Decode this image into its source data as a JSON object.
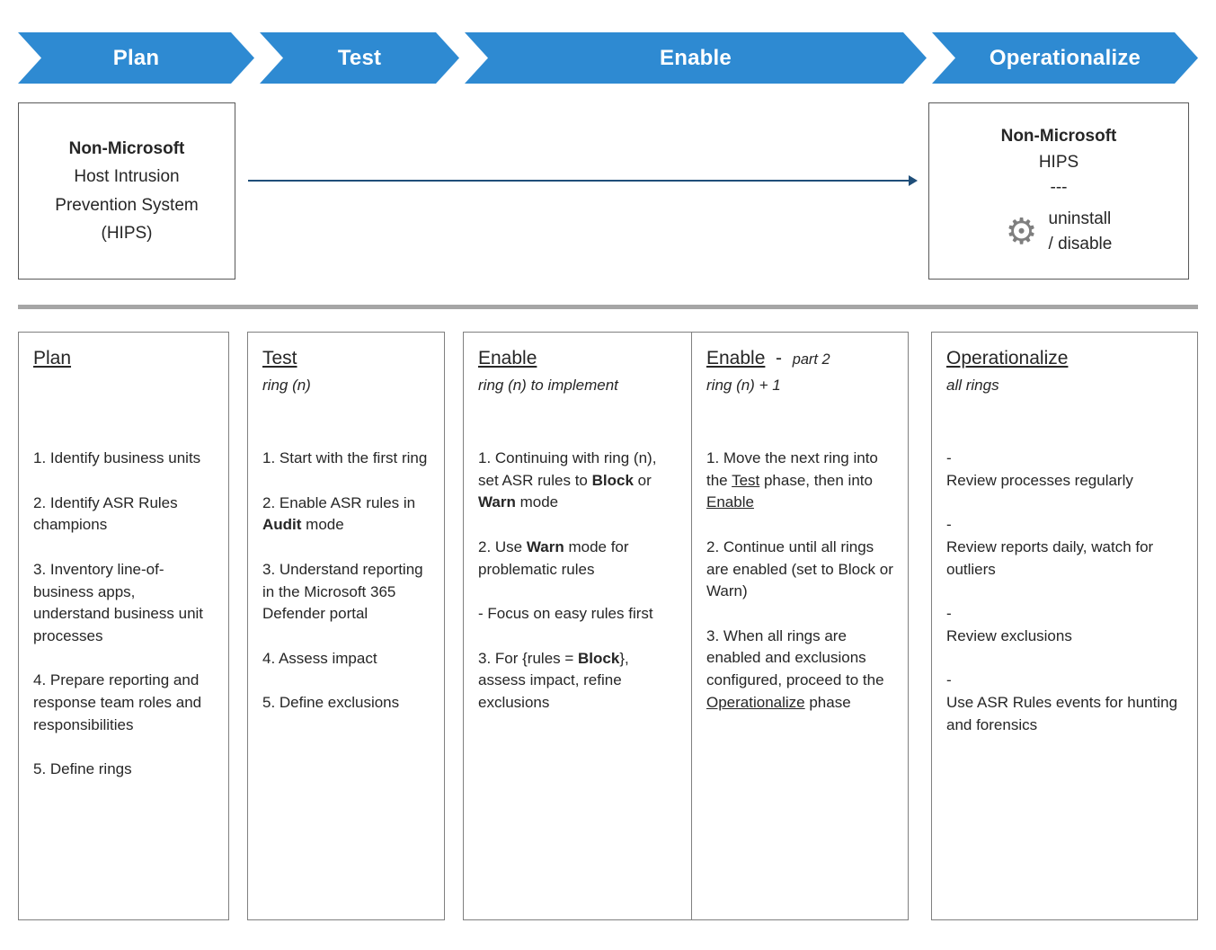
{
  "colors": {
    "chevron_blue": "#2e8ad2",
    "chevron_text": "#ffffff",
    "arrow_navy": "#1f4e79",
    "divider_gray": "#a6a6a6",
    "box_border_dark": "#595959",
    "card_border": "#808080",
    "text_dark": "#262626",
    "gear_gray": "#7f7f7f"
  },
  "icons": {
    "gear_glyph": "⚙"
  },
  "chevrons": [
    {
      "label": "Plan"
    },
    {
      "label": "Test"
    },
    {
      "label": "Enable"
    },
    {
      "label": "Operationalize"
    }
  ],
  "hips": {
    "before": {
      "title": "Non-Microsoft",
      "body": "Host Intrusion\nPrevention System\n(HIPS)"
    },
    "after": {
      "title": "Non-Microsoft",
      "line2": "HIPS",
      "line3": "---",
      "action": "uninstall\n/ disable"
    }
  },
  "cards": [
    {
      "name": "plan",
      "title": [
        {
          "t": "Plan",
          "u": true
        }
      ],
      "subtitle": [],
      "items": [
        [
          {
            "t": "1. Identify business units"
          }
        ],
        [
          {
            "t": "2. Identify ASR Rules champions"
          }
        ],
        [
          {
            "t": "3. Inventory line-of-business apps, understand business unit processes"
          }
        ],
        [
          {
            "t": "4. Prepare reporting and response team roles and responsibilities"
          }
        ],
        [
          {
            "t": "5. Define rings"
          }
        ]
      ]
    },
    {
      "name": "test",
      "title": [
        {
          "t": "Test",
          "u": true
        }
      ],
      "subtitle": [
        {
          "t": "ring (n)",
          "i": true
        }
      ],
      "items": [
        [
          {
            "t": "1. Start with the first ring"
          }
        ],
        [
          {
            "t": "2. Enable ASR rules in "
          },
          {
            "t": "Audit",
            "b": true
          },
          {
            "t": " mode"
          }
        ],
        [
          {
            "t": "3. Understand reporting in the Microsoft 365 Defender portal"
          }
        ],
        [
          {
            "t": "4. Assess impact"
          }
        ],
        [
          {
            "t": "5. Define exclusions"
          }
        ]
      ]
    },
    {
      "name": "enable",
      "title": [
        {
          "t": "Enable",
          "u": true
        }
      ],
      "subtitle": [
        {
          "t": "ring (n) to implement",
          "i": true
        }
      ],
      "items": [
        [
          {
            "t": "1. Continuing with ring (n), set ASR rules to "
          },
          {
            "t": "Block",
            "b": true
          },
          {
            "t": " or "
          },
          {
            "t": "Warn",
            "b": true
          },
          {
            "t": " mode"
          }
        ],
        [
          {
            "t": "2. Use "
          },
          {
            "t": "Warn",
            "b": true
          },
          {
            "t": " mode for problematic rules"
          }
        ],
        [
          {
            "t": "- Focus on easy rules first"
          }
        ],
        [
          {
            "t": "3. For {rules = "
          },
          {
            "t": "Block",
            "b": true
          },
          {
            "t": "}, assess impact, refine exclusions"
          }
        ]
      ]
    },
    {
      "name": "enable-part-2",
      "title": [
        {
          "t": "Enable",
          "u": true
        },
        {
          "t": "  -  "
        },
        {
          "t": "part 2",
          "i": true,
          "s": true
        }
      ],
      "subtitle": [
        {
          "t": "ring (n) + 1",
          "i": true
        }
      ],
      "items": [
        [
          {
            "t": "1. Move the next ring into the "
          },
          {
            "t": "Test",
            "u": true
          },
          {
            "t": " phase, then into "
          },
          {
            "t": "Enable",
            "u": true
          }
        ],
        [
          {
            "t": "2. Continue until all rings are enabled (set to Block or Warn)"
          }
        ],
        [
          {
            "t": "3. When all rings are enabled and exclusions configured, proceed to the "
          },
          {
            "t": "Operationalize",
            "u": true
          },
          {
            "t": " phase"
          }
        ]
      ]
    },
    {
      "name": "operationalize",
      "title": [
        {
          "t": "Operationalize",
          "u": true
        }
      ],
      "subtitle": [
        {
          "t": "all rings",
          "i": true
        }
      ],
      "items": [
        [
          {
            "t": "-\nReview processes regularly"
          }
        ],
        [
          {
            "t": "-\nReview reports daily, watch for outliers"
          }
        ],
        [
          {
            "t": "-\nReview exclusions"
          }
        ],
        [
          {
            "t": "-\nUse ASR Rules events for hunting and forensics"
          }
        ]
      ]
    }
  ]
}
